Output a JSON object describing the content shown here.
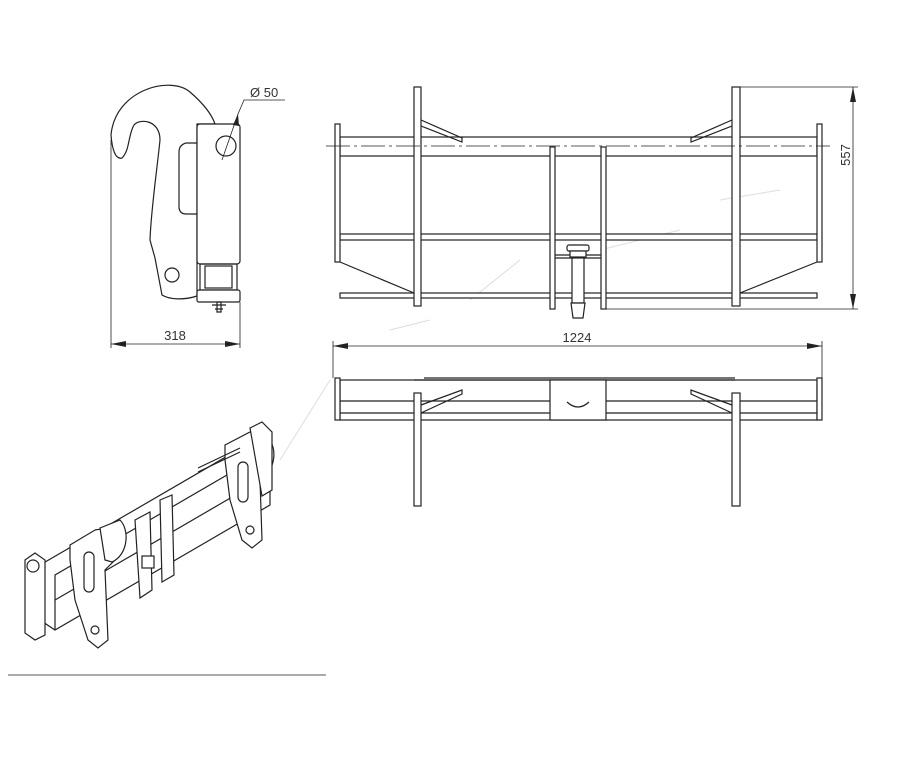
{
  "drawing": {
    "side_view": {
      "width_label": "318",
      "hole_label": "Ø 50"
    },
    "front_view": {
      "height_label": "557"
    },
    "top_view": {
      "length_label": "1224"
    }
  },
  "colors": {
    "line": "#222222",
    "background": "#ffffff"
  }
}
